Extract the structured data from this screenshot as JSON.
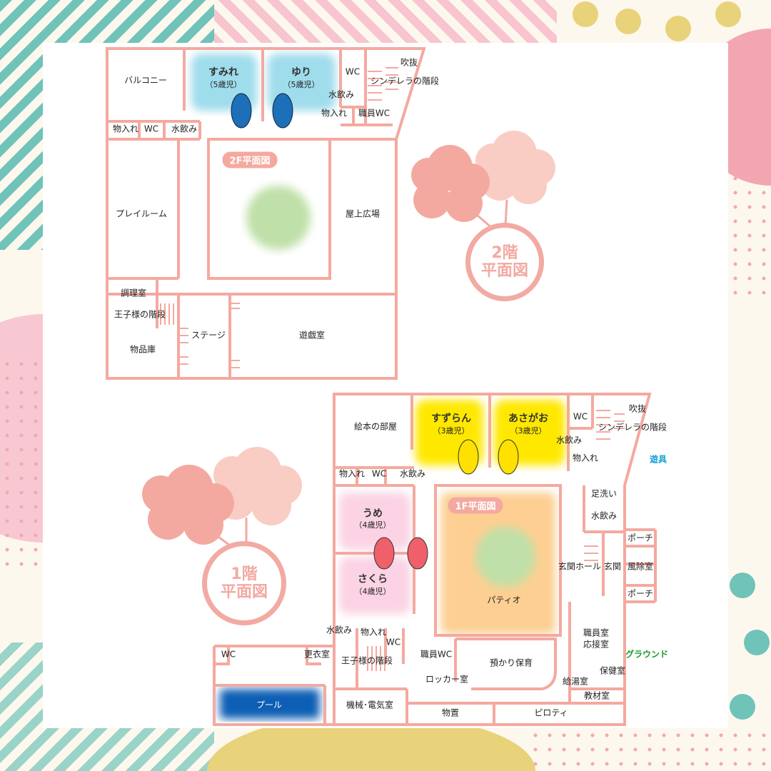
{
  "floor2": {
    "badge": "2F平面図",
    "title_line1": "2階",
    "title_line2": "平面図",
    "rooms": {
      "balcony": "バルコニー",
      "sumire": "すみれ",
      "sumire_age": "（5歳児）",
      "yuri": "ゆり",
      "yuri_age": "（5歳児）",
      "wc": "WC",
      "fukinuke": "吹抜",
      "cinderella": "シンデレラの階段",
      "water": "水飲み",
      "storage": "物入れ",
      "staff_wc": "職員WC",
      "storage2": "物入れ",
      "wc2": "WC",
      "water2": "水飲み",
      "playroom": "プレイルーム",
      "rooftop": "屋上広場",
      "kitchen": "調理室",
      "prince": "王子様の階段",
      "stage": "ステージ",
      "goods": "物品庫",
      "yugi": "遊戯室"
    }
  },
  "floor1": {
    "badge": "1F平面図",
    "title_line1": "1階",
    "title_line2": "平面図",
    "rooms": {
      "picturebook": "絵本の部屋",
      "suzuran": "すずらん",
      "suzuran_age": "（3歳児）",
      "asagao": "あさがお",
      "asagao_age": "（3歳児）",
      "wc": "WC",
      "fukinuke": "吹抜",
      "cinderella": "シンデレラの階段",
      "water": "水飲み",
      "storage": "物入れ",
      "playground_equipment": "遊具",
      "storage2": "物入れ",
      "wc2": "WC",
      "water2": "水飲み",
      "footwash": "足洗い",
      "water3": "水飲み",
      "ume": "うめ",
      "ume_age": "（4歳児）",
      "sakura": "さくら",
      "sakura_age": "（4歳児）",
      "patio": "パティオ",
      "hall": "玄関ホール",
      "entrance": "玄関",
      "porch1": "ポーチ",
      "windbreak": "風除室",
      "porch2": "ポーチ",
      "water4": "水飲み",
      "storage3": "物入れ",
      "wc3": "WC",
      "pool_wc": "WC",
      "changing": "更衣室",
      "prince": "王子様の階段",
      "staff_wc": "職員WC",
      "daycare": "預かり保育",
      "locker": "ロッカー室",
      "staffroom": "職員室",
      "reception": "応接室",
      "ground": "グラウンド",
      "health": "保健室",
      "kettle": "給湯室",
      "materials": "教材室",
      "pool": "プール",
      "machine": "機械･電気室",
      "storage4": "物置",
      "piloti": "ピロティ"
    }
  },
  "colors": {
    "wall": "#f4a9a0",
    "class5": "#9fdcec",
    "class3": "#ffe800",
    "class4": "#fbd3e4",
    "patio": "#fdcf92",
    "pool": "#0b5fb5",
    "blue_label": "#1aa0d8",
    "green_label": "#1a9a2a"
  }
}
